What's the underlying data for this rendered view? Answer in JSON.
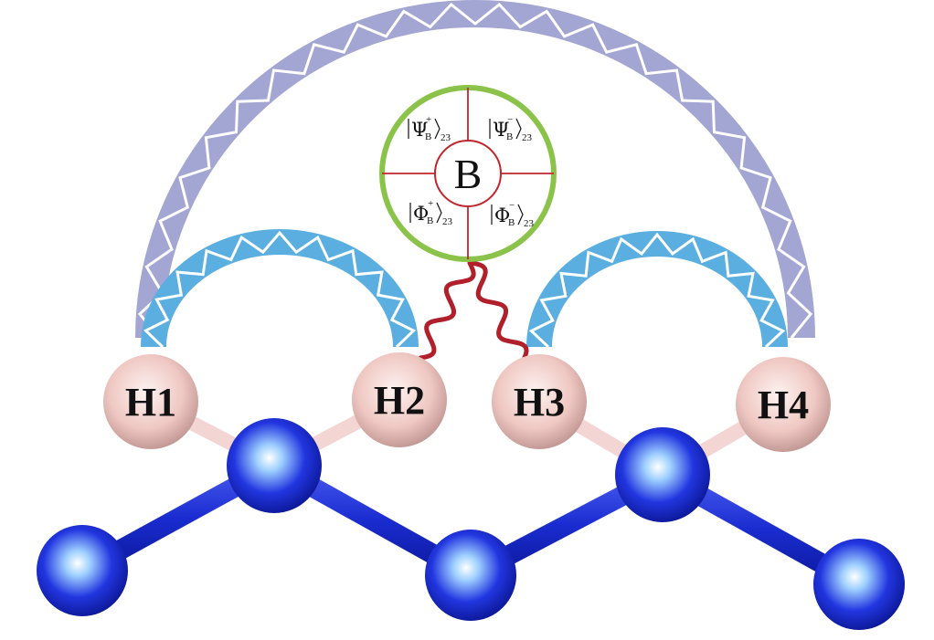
{
  "colors": {
    "outer_arc": "#a3a5d2",
    "inner_arc": "#5aaee0",
    "zigzag": "#ffffff",
    "carbon": "#1d2fd6",
    "hydrogen": "#f2cfcb",
    "bond_ch": "#f3d6d3",
    "circle_border": "#8bc34a",
    "circle_cross": "#c0262c",
    "wave_line": "#b01f2a"
  },
  "measurement": {
    "center_label": "B",
    "states": [
      {
        "symbol": "Ψ",
        "sup": "+",
        "sub": "B",
        "index": "23"
      },
      {
        "symbol": "Ψ",
        "sup": "−",
        "sub": "B",
        "index": "23"
      },
      {
        "symbol": "Φ",
        "sup": "+",
        "sub": "B",
        "index": "23"
      },
      {
        "symbol": "Φ",
        "sup": "−",
        "sub": "B",
        "index": "23"
      }
    ]
  },
  "atoms": {
    "hydrogens": [
      "H1",
      "H2",
      "H3",
      "H4"
    ]
  }
}
